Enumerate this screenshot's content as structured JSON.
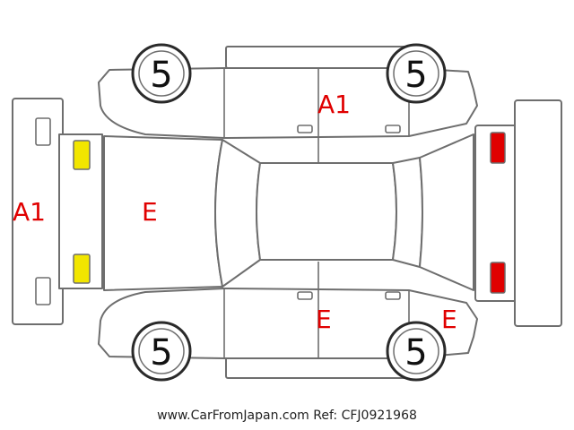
{
  "colors": {
    "outline": "#6e6e6e",
    "damage_code": "#e00000",
    "front_lamp_marker": "#f2e600",
    "rear_lamp_marker": "#e00000"
  },
  "damage_codes": {
    "front_bumper": "A1",
    "hood": "E",
    "left_rear_door": "A1",
    "right_rear_door": "E",
    "right_rear_quarter": "E"
  },
  "tire_tread": {
    "front_left": "5",
    "rear_left": "5",
    "front_right": "5",
    "rear_right": "5"
  },
  "footer": {
    "site": "www.CarFromJapan.com",
    "ref": "Ref: CFJ0921968"
  }
}
